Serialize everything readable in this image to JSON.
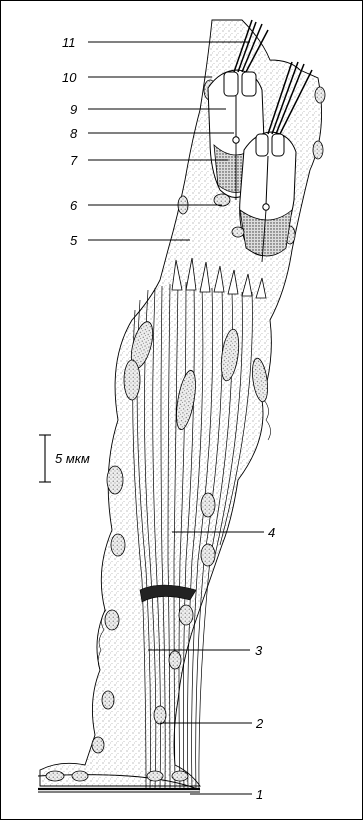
{
  "figure": {
    "scale_bar": {
      "label": "5 мкм"
    },
    "labels": [
      {
        "id": "1",
        "text": "1"
      },
      {
        "id": "2",
        "text": "2"
      },
      {
        "id": "3",
        "text": "3"
      },
      {
        "id": "4",
        "text": "4"
      },
      {
        "id": "5",
        "text": "5"
      },
      {
        "id": "6",
        "text": "6"
      },
      {
        "id": "7",
        "text": "7"
      },
      {
        "id": "8",
        "text": "8"
      },
      {
        "id": "9",
        "text": "9"
      },
      {
        "id": "10",
        "text": "10"
      },
      {
        "id": "11",
        "text": "11"
      }
    ]
  }
}
